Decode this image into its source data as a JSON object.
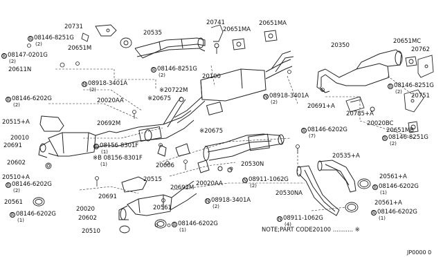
{
  "labels": [
    {
      "id": "p20731",
      "text": "20731",
      "qty": ""
    },
    {
      "id": "b08146a",
      "prefix": "B",
      "text": "08146-8251G",
      "qty": "(2)"
    },
    {
      "id": "p20651m",
      "text": "20651M",
      "qty": ""
    },
    {
      "id": "b08147",
      "prefix": "B",
      "text": "08147-0201G",
      "qty": "(2)"
    },
    {
      "id": "p20611n",
      "text": "20611N",
      "qty": ""
    },
    {
      "id": "p20535",
      "text": "20535",
      "qty": ""
    },
    {
      "id": "p20741",
      "text": "20741",
      "qty": ""
    },
    {
      "id": "p20651ma_a",
      "text": "20651MA",
      "qty": ""
    },
    {
      "id": "p20651ma_b",
      "text": "20651MA",
      "qty": ""
    },
    {
      "id": "b08146b",
      "prefix": "B",
      "text": "08146-8251G",
      "qty": "(2)"
    },
    {
      "id": "p20100",
      "text": "20100",
      "qty": ""
    },
    {
      "id": "n08918a",
      "prefix": "N",
      "text": "08918-3401A",
      "qty": "(2)"
    },
    {
      "id": "p20722m",
      "text": "※20722M",
      "qty": ""
    },
    {
      "id": "p20020aa_a",
      "text": "20020AA",
      "qty": ""
    },
    {
      "id": "p20675a",
      "text": "※20675",
      "qty": ""
    },
    {
      "id": "b08146c",
      "prefix": "B",
      "text": "08146-6202G",
      "qty": "(2)"
    },
    {
      "id": "p20515a",
      "text": "20515+A",
      "qty": ""
    },
    {
      "id": "p20692m_a",
      "text": "20692M",
      "qty": ""
    },
    {
      "id": "p20010",
      "text": "20010",
      "qty": ""
    },
    {
      "id": "p20691",
      "text": "20691",
      "qty": ""
    },
    {
      "id": "b08156a",
      "prefix": "B",
      "text": "08156-8301F",
      "qty": "(1)"
    },
    {
      "id": "b08156b",
      "prefix": "※B",
      "text": "08156-8301F",
      "qty": "(1)"
    },
    {
      "id": "p20606",
      "text": "20606",
      "qty": ""
    },
    {
      "id": "p20602a",
      "text": "20602",
      "qty": ""
    },
    {
      "id": "p20510a",
      "text": "20510+A",
      "qty": ""
    },
    {
      "id": "b08146d",
      "prefix": "B",
      "text": "08146-6202G",
      "qty": "(2)"
    },
    {
      "id": "p20515",
      "text": "20515",
      "qty": ""
    },
    {
      "id": "p20692m_b",
      "text": "20692M",
      "qty": ""
    },
    {
      "id": "p20020aa_b",
      "text": "20020AA",
      "qty": ""
    },
    {
      "id": "p20675b",
      "text": "※20675",
      "qty": ""
    },
    {
      "id": "p20530n",
      "text": "20530N",
      "qty": ""
    },
    {
      "id": "p20350",
      "text": "20350",
      "qty": ""
    },
    {
      "id": "n08918b",
      "prefix": "N",
      "text": "08918-3401A",
      "qty": "(2)"
    },
    {
      "id": "p20651mc",
      "text": "20651MC",
      "qty": ""
    },
    {
      "id": "p20762",
      "text": "20762",
      "qty": ""
    },
    {
      "id": "b08146e",
      "prefix": "B",
      "text": "08146-8251G",
      "qty": "(2)"
    },
    {
      "id": "p20751",
      "text": "20751",
      "qty": ""
    },
    {
      "id": "p20691a",
      "text": "20691+A",
      "qty": ""
    },
    {
      "id": "p20785a",
      "text": "20785+A",
      "qty": ""
    },
    {
      "id": "p20020bc",
      "text": "20020BC",
      "qty": ""
    },
    {
      "id": "p20651mb",
      "text": "20651MB",
      "qty": ""
    },
    {
      "id": "b08146f",
      "prefix": "B",
      "text": "08146-8251G",
      "qty": "(2)"
    },
    {
      "id": "b08146g",
      "prefix": "B",
      "text": "08146-6202G",
      "qty": "(7)"
    },
    {
      "id": "p20535a",
      "text": "20535+A",
      "qty": ""
    },
    {
      "id": "n08911a",
      "prefix": "N",
      "text": "08911-1062G",
      "qty": "(2)"
    },
    {
      "id": "p20561a",
      "text": "20561+A",
      "qty": ""
    },
    {
      "id": "b08146h",
      "prefix": "B",
      "text": "08146-6202G",
      "qty": "(1)"
    },
    {
      "id": "p20530na",
      "text": "20530NA",
      "qty": ""
    },
    {
      "id": "p20561a2",
      "text": "20561+A",
      "qty": ""
    },
    {
      "id": "b08146i",
      "prefix": "B",
      "text": "08146-6202G",
      "qty": "(1)"
    },
    {
      "id": "n08911b",
      "prefix": "N",
      "text": "08911-1062G",
      "qty": "(4)"
    },
    {
      "id": "n08918c",
      "prefix": "N",
      "text": "08918-3401A",
      "qty": "(2)"
    },
    {
      "id": "p20691b",
      "text": "20691",
      "qty": ""
    },
    {
      "id": "p20561",
      "text": "20561",
      "qty": ""
    },
    {
      "id": "b08146j",
      "prefix": "B",
      "text": "08146-6202G",
      "qty": "(1)"
    },
    {
      "id": "p20020",
      "text": "20020",
      "qty": ""
    },
    {
      "id": "p20602b",
      "text": "20602",
      "qty": ""
    },
    {
      "id": "b08146k",
      "prefix": "B",
      "text": "08146-6202G",
      "qty": "(1)"
    },
    {
      "id": "p20510",
      "text": "20510",
      "qty": ""
    }
  ],
  "note": "NOTE;PART CODE20100 ........... ※",
  "code": "JP0000 0"
}
